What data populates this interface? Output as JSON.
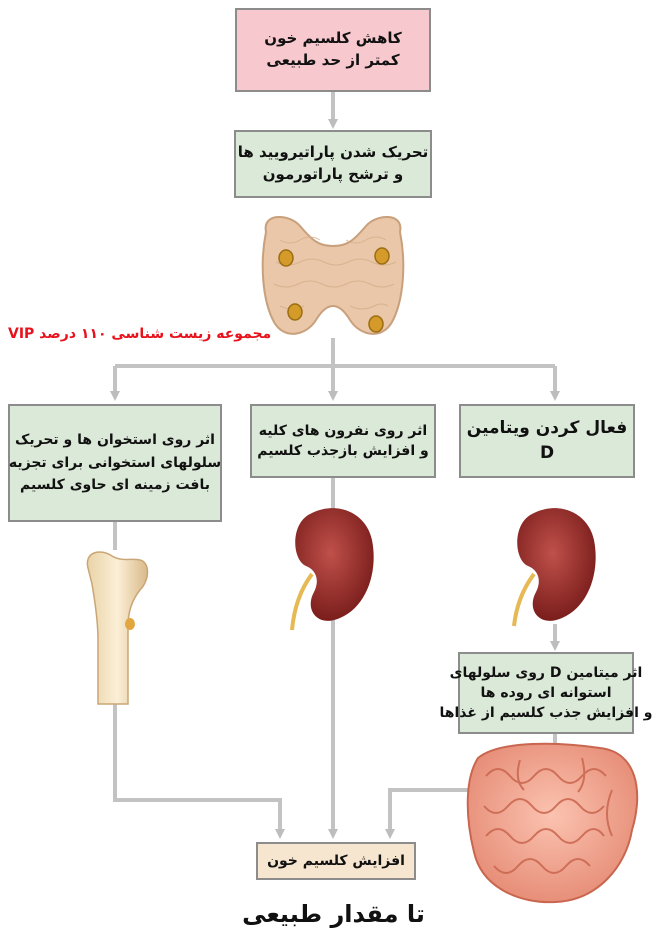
{
  "top_box": {
    "line1": "کاهش کلسیم خون",
    "line2": "کمتر از حد طبیعی"
  },
  "parathyroid_box": {
    "line1": "تحریک شدن پاراتیرویید ها",
    "line2": "و ترشح پاراتورمون"
  },
  "watermark": "مجموعه زیست شناسی ۱۱۰ درصد VIP",
  "bone_box": {
    "line1": "اثر روی استخوان ها و تحریک",
    "line2": "سلولهای استخوانی برای تجزیه",
    "line3": "بافت زمینه ای حاوی کلسیم"
  },
  "kidney_box": {
    "line1": "اثر روی نفرون های کلیه",
    "line2": "و افزایش بازجذب کلسیم"
  },
  "vitd_box": {
    "line1": "فعال کردن ویتامین",
    "line2": "D"
  },
  "vitd_effect_box": {
    "line1": "اثر میتامین D روی سلولهای",
    "line2": "استوانه ای روده ها",
    "line3": "و افزایش جذب کلسیم از غذاها"
  },
  "result_box": {
    "label": "افزایش کلسیم خون"
  },
  "result_caption": "تا مقدار طبیعی",
  "colors": {
    "pink_box": "#f7c9cf",
    "green_box": "#dbe9d8",
    "tan_box": "#f6e6cf",
    "arrow": "#c3c3c3",
    "watermark": "#e8121c"
  },
  "icons": [
    "thyroid-gland-icon",
    "femur-bone-icon",
    "kidney-icon",
    "intestine-icon"
  ]
}
